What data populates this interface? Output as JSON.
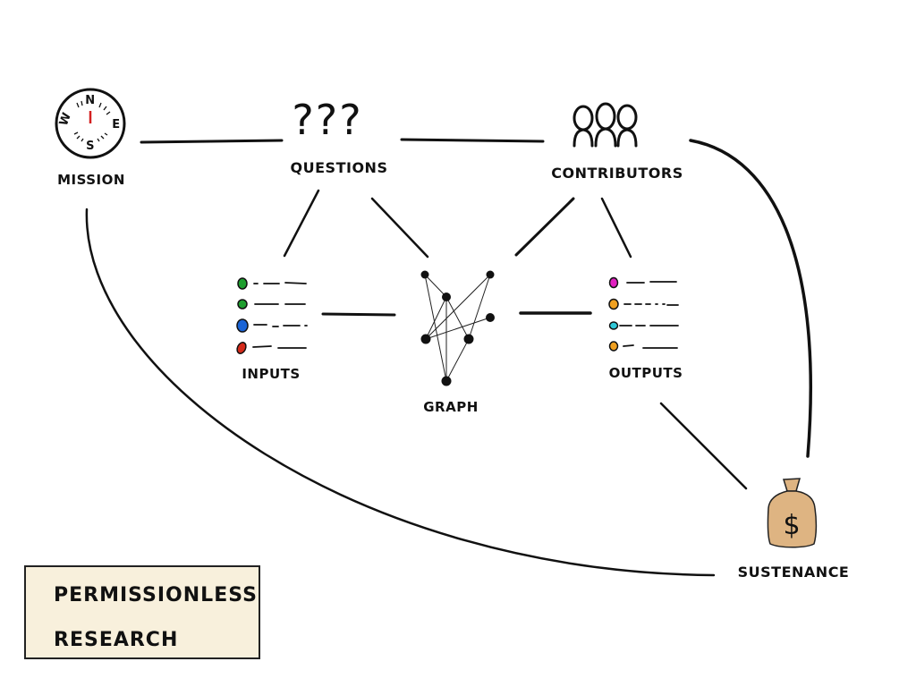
{
  "diagram": {
    "title_box": {
      "line1": "PERMISSIONLESS",
      "line2": "RESEARCH",
      "background": "#f8f0dc"
    },
    "nodes": {
      "mission": {
        "label": "MISSION",
        "icon": "compass-icon",
        "compass": {
          "n": "N",
          "e": "E",
          "s": "S",
          "w": "W",
          "needle_color": "#d42020"
        }
      },
      "questions": {
        "label": "QUESTIONS",
        "icon": "question-marks-icon",
        "glyphs": "???"
      },
      "contributors": {
        "label": "CONTRIBUTORS",
        "icon": "people-icon"
      },
      "inputs": {
        "label": "INPUTS",
        "icon": "list-icon",
        "bullet_colors": [
          "#1e9e2e",
          "#1e9e2e",
          "#1a64d6",
          "#d42a1a"
        ]
      },
      "graph": {
        "label": "GRAPH",
        "icon": "network-graph-icon"
      },
      "outputs": {
        "label": "OUTPUTS",
        "icon": "list-icon",
        "bullet_colors": [
          "#e020c0",
          "#f0a020",
          "#30c8d8",
          "#f0a020"
        ]
      },
      "sustenance": {
        "label": "SUSTENANCE",
        "icon": "money-bag-icon",
        "symbol": "$",
        "bag_color": "#deb482"
      }
    },
    "connections": [
      {
        "from": "mission",
        "to": "questions"
      },
      {
        "from": "questions",
        "to": "contributors"
      },
      {
        "from": "questions",
        "to": "inputs"
      },
      {
        "from": "questions",
        "to": "graph"
      },
      {
        "from": "contributors",
        "to": "graph"
      },
      {
        "from": "contributors",
        "to": "outputs"
      },
      {
        "from": "inputs",
        "to": "graph"
      },
      {
        "from": "graph",
        "to": "outputs"
      },
      {
        "from": "outputs",
        "to": "sustenance"
      },
      {
        "from": "contributors",
        "to": "sustenance"
      },
      {
        "from": "mission",
        "to": "sustenance"
      }
    ]
  }
}
